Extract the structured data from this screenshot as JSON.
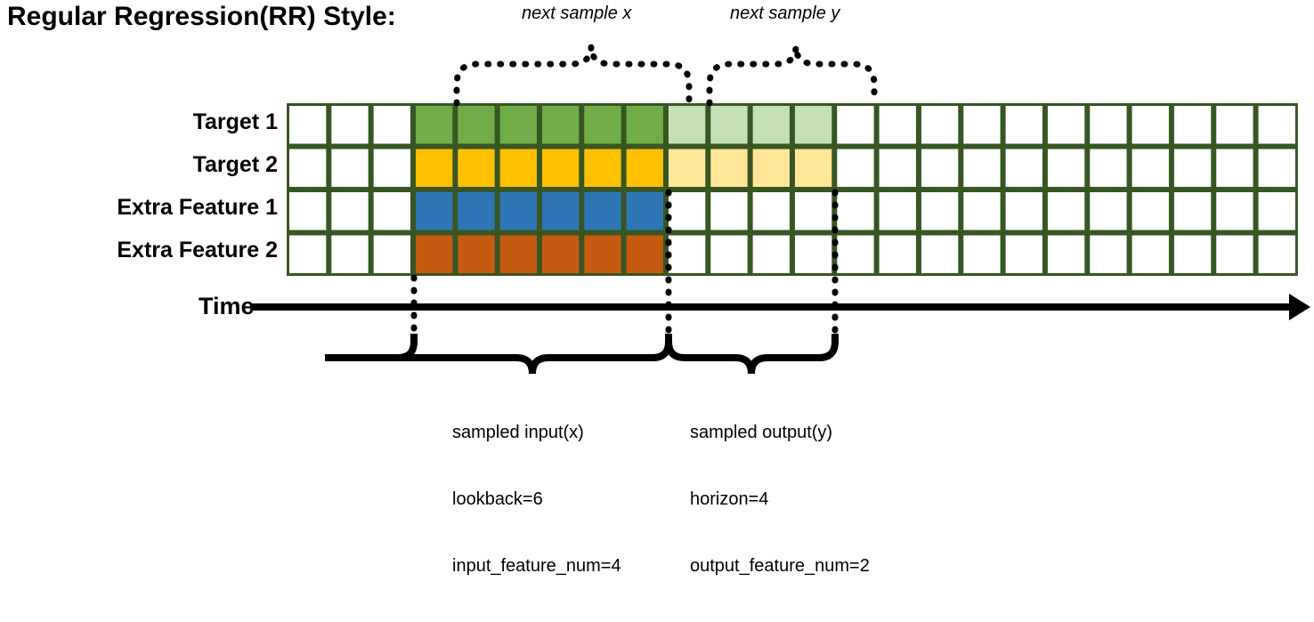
{
  "title": "Regular Regression(RR) Style:",
  "rows": [
    {
      "label": "Target 1",
      "color_key": "green",
      "light_key": "light_green"
    },
    {
      "label": "Target 2",
      "color_key": "yellow",
      "light_key": "light_yellow"
    },
    {
      "label": "Extra Feature 1",
      "color_key": "blue",
      "light_key": "none"
    },
    {
      "label": "Extra Feature 2",
      "color_key": "orange",
      "light_key": "none"
    }
  ],
  "grid": {
    "total_cells": 24,
    "leading_blank_cells": 3,
    "input_cells": 6,
    "output_cells": 4,
    "trailing_blank_cells": 11
  },
  "colors": {
    "green": "#70AD47",
    "light_green": "#C5E0B4",
    "yellow": "#FFC000",
    "light_yellow": "#FFE699",
    "blue": "#2E75B6",
    "orange": "#C55A11",
    "border": "#375623",
    "blank": "#FFFFFF",
    "ink": "#000000"
  },
  "top_annotations": [
    {
      "text": "next sample x"
    },
    {
      "text": "next sample y"
    }
  ],
  "time_axis": {
    "label": "Time"
  },
  "bottom_annotations": [
    {
      "lines": [
        "sampled input(x)",
        "lookback=6",
        "input_feature_num=4"
      ]
    },
    {
      "lines": [
        "sampled output(y)",
        "horizon=4",
        "output_feature_num=2"
      ]
    }
  ]
}
